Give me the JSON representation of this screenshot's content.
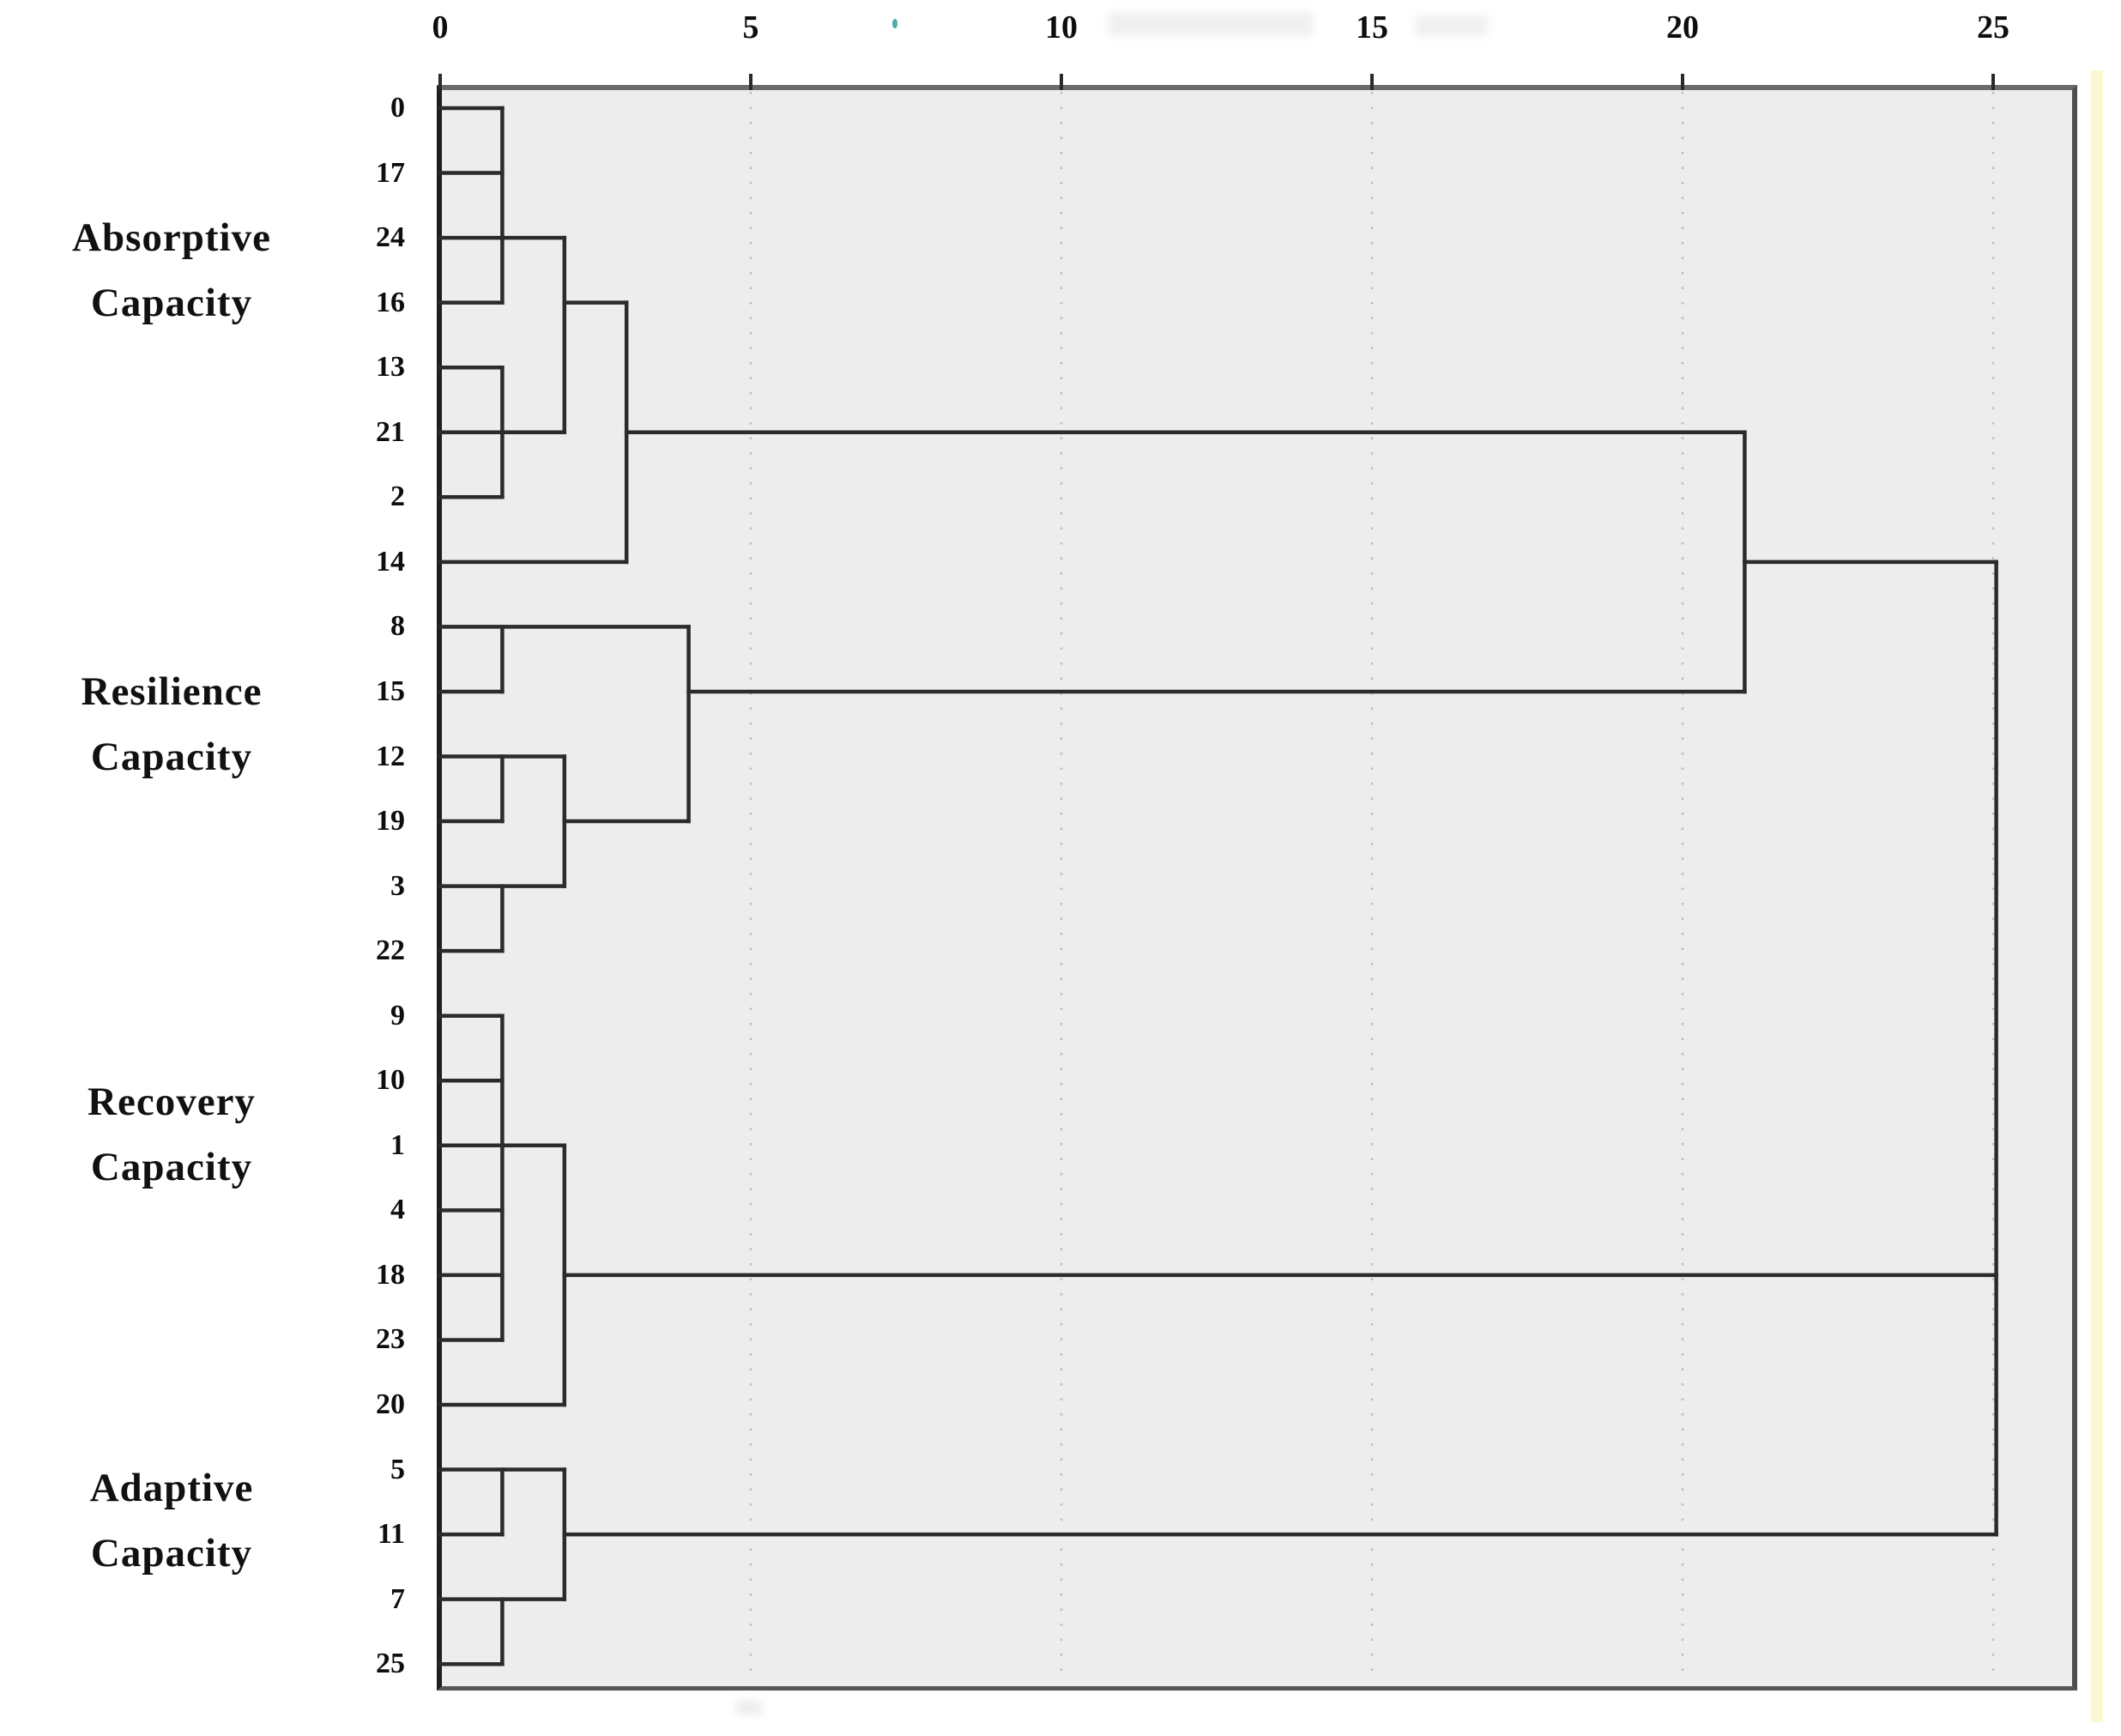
{
  "axis": {
    "position": "top",
    "tick_labels": [
      "0",
      "5",
      "10",
      "15",
      "20",
      "25"
    ],
    "tick_values": [
      0,
      5,
      10,
      15,
      20,
      25
    ],
    "range": [
      0,
      25
    ],
    "gridlines": "dotted-vertical"
  },
  "groups": [
    {
      "name": "Absorptive Capacity",
      "lines": [
        "Absorptive",
        "Capacity"
      ],
      "leaves": [
        "0",
        "17",
        "24",
        "16",
        "13",
        "21",
        "2",
        "14"
      ]
    },
    {
      "name": "Resilience Capacity",
      "lines": [
        "Resilience",
        "Capacity"
      ],
      "leaves": [
        "8",
        "15",
        "12",
        "19",
        "3",
        "22"
      ]
    },
    {
      "name": "Recovery Capacity",
      "lines": [
        "Recovery",
        "Capacity"
      ],
      "leaves": [
        "9",
        "10",
        "1",
        "4",
        "18",
        "23",
        "20"
      ]
    },
    {
      "name": "Adaptive Capacity",
      "lines": [
        "Adaptive",
        "Capacity"
      ],
      "leaves": [
        "5",
        "11",
        "7",
        "25"
      ]
    }
  ],
  "colors": {
    "page_background": "#ffffff",
    "plot_background": "#ededed",
    "dendrogram_line": "#2b2b2b",
    "grid_dot": "#bcbcbc",
    "border_top": "#6a6a6a",
    "axis_line": "#1f1f1f",
    "text": "#0e0e0e",
    "artifact_yellow": "#f7f0af",
    "artifact_teal": "#2f9e98"
  },
  "chart_data": {
    "type": "dendrogram",
    "orientation": "horizontal, leaves on left, distance axis on top",
    "title": "",
    "distance_axis_ticks": [
      0,
      5,
      10,
      15,
      20,
      25
    ],
    "leaf_order": [
      "0",
      "17",
      "24",
      "16",
      "13",
      "21",
      "2",
      "14",
      "8",
      "15",
      "12",
      "19",
      "3",
      "22",
      "9",
      "10",
      "1",
      "4",
      "18",
      "23",
      "20",
      "5",
      "11",
      "7",
      "25"
    ],
    "cluster_groups": {
      "Absorptive Capacity": [
        "0",
        "17",
        "24",
        "16",
        "13",
        "21",
        "2",
        "14"
      ],
      "Resilience Capacity": [
        "8",
        "15",
        "12",
        "19",
        "3",
        "22"
      ],
      "Recovery Capacity": [
        "9",
        "10",
        "1",
        "4",
        "18",
        "23",
        "20"
      ],
      "Adaptive Capacity": [
        "5",
        "11",
        "7",
        "25"
      ]
    },
    "merge_distances": {
      "absorptive_internal": [
        1,
        1,
        2,
        3
      ],
      "resilience_internal": [
        1,
        1,
        1,
        2,
        4
      ],
      "recovery_internal": [
        1,
        1,
        1,
        1,
        1,
        2
      ],
      "adaptive_internal": [
        1,
        1,
        2
      ],
      "absorptive_plus_resilience": 21,
      "root_join_all": 25
    },
    "segments_note": "h = [rowIndex, distStart, distEnd]; v = [dist, rowStart, rowEnd]; rows are leaf_order indices 0-24, dist in axis units 0-25",
    "segments": {
      "h": [
        [
          0,
          0,
          1
        ],
        [
          1,
          0,
          1
        ],
        [
          2,
          0,
          2
        ],
        [
          3,
          0,
          1
        ],
        [
          3,
          2,
          3
        ],
        [
          4,
          0,
          1
        ],
        [
          5,
          0,
          2
        ],
        [
          5,
          3,
          21
        ],
        [
          6,
          0,
          1
        ],
        [
          7,
          0,
          3
        ],
        [
          7,
          21,
          25.05
        ],
        [
          8,
          0,
          4
        ],
        [
          9,
          0,
          1
        ],
        [
          9,
          4,
          21
        ],
        [
          10,
          0,
          2
        ],
        [
          11,
          0,
          1
        ],
        [
          11,
          2,
          4
        ],
        [
          12,
          0,
          2
        ],
        [
          13,
          0,
          1
        ],
        [
          14,
          0,
          1
        ],
        [
          15,
          0,
          1
        ],
        [
          16,
          0,
          2
        ],
        [
          17,
          0,
          1
        ],
        [
          18,
          0,
          1
        ],
        [
          18,
          2,
          25.05
        ],
        [
          19,
          0,
          1
        ],
        [
          20,
          0,
          2
        ],
        [
          21,
          0,
          2
        ],
        [
          22,
          0,
          1
        ],
        [
          22,
          2,
          25.05
        ],
        [
          23,
          0,
          2
        ],
        [
          24,
          0,
          1
        ]
      ],
      "v": [
        [
          1,
          0,
          3
        ],
        [
          1,
          4,
          6
        ],
        [
          2,
          2,
          5
        ],
        [
          3,
          3,
          7
        ],
        [
          1,
          8,
          9
        ],
        [
          1,
          10,
          11
        ],
        [
          1,
          12,
          13
        ],
        [
          2,
          10,
          12
        ],
        [
          4,
          8,
          11
        ],
        [
          21,
          5,
          9
        ],
        [
          1,
          14,
          19
        ],
        [
          2,
          16,
          20
        ],
        [
          1,
          21,
          22
        ],
        [
          1,
          23,
          24
        ],
        [
          2,
          21,
          23
        ],
        [
          25.05,
          7,
          22
        ]
      ]
    }
  }
}
